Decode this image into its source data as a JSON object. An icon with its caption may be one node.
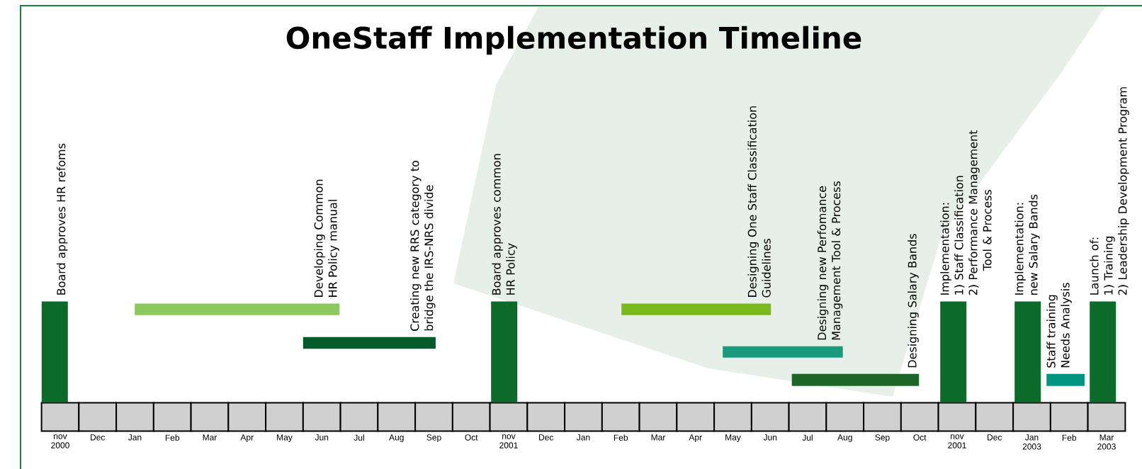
{
  "diagram": {
    "title": "OneStaff Implementation Timeline",
    "nodes": [
      {
        "text": [
          "Board approves HR refoms"
        ]
      },
      {
        "text": [
          "Developing Common HR Policy manual"
        ]
      },
      {
        "text": [
          "Creating new RRS category to bridge the IRS-NRS divide"
        ]
      },
      {
        "text": [
          "Board approves common HR Policy"
        ]
      },
      {
        "text": [
          "Designing One Staff Classification Guidelines"
        ]
      },
      {
        "text": [
          "Designing new Perfomance Management Tool & Process"
        ]
      },
      {
        "text": [
          "Designing Salary Bands"
        ]
      },
      {
        "text": [
          "Implementation:",
          "1) Staff Classification",
          "2) Performance Management Tool & Process"
        ]
      },
      {
        "text": [
          "Implementation:",
          "new Salary Bands"
        ]
      },
      {
        "text": [
          "Staff training Needs Analysis"
        ]
      },
      {
        "text": [
          "Launch of:",
          "1) Training",
          "2) Leadership Development Program"
        ]
      }
    ],
    "labels": [
      "nov 2000",
      "Dec",
      "Jan",
      "Feb",
      "Mar",
      "Apr",
      "May",
      "Jun",
      "Jul",
      "Aug",
      "Sep",
      "Oct",
      "nov 2001",
      "Dec",
      "Jan",
      "Feb",
      "Mar",
      "Apr",
      "May",
      "Jun",
      "Jul",
      "Aug",
      "Sep",
      "Oct",
      "nov 2001",
      "Dec",
      "Jan 2003",
      "Feb",
      "Mar 2003"
    ]
  }
}
